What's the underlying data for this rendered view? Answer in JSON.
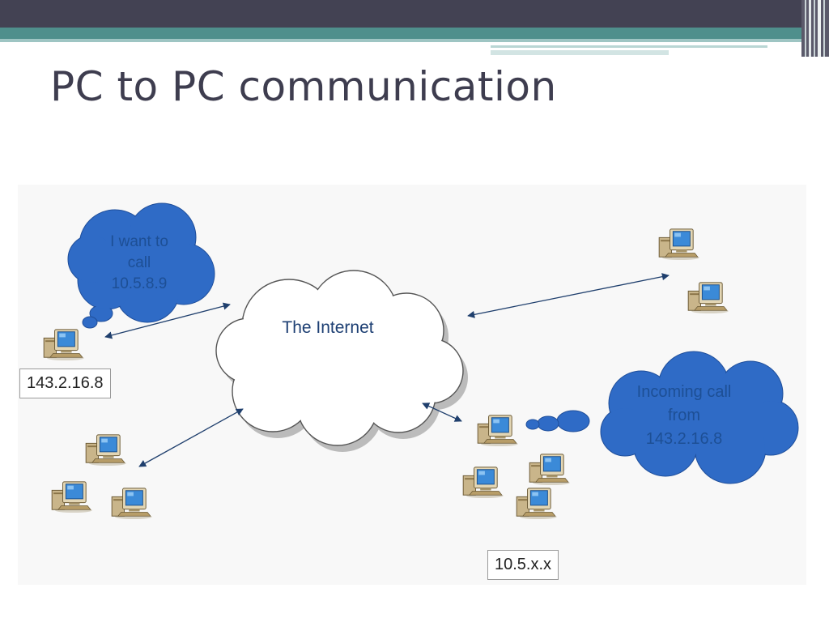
{
  "slide": {
    "title": "PC to PC communication"
  },
  "diagram": {
    "internet_label": "The Internet",
    "caller_bubble_lines": [
      "I want to",
      "call",
      "10.5.8.9"
    ],
    "receiver_bubble_lines": [
      "Incoming call",
      "from",
      "143.2.16.8"
    ],
    "caller_ip": "143.2.16.8",
    "receiver_network": "10.5.x.x"
  },
  "colors": {
    "bubble_fill": "#2f6bc6",
    "bubble_text": "#1d4f95",
    "arrow": "#1f3f6d",
    "header_dark": "#434253",
    "header_teal": "#4f8f8c"
  }
}
